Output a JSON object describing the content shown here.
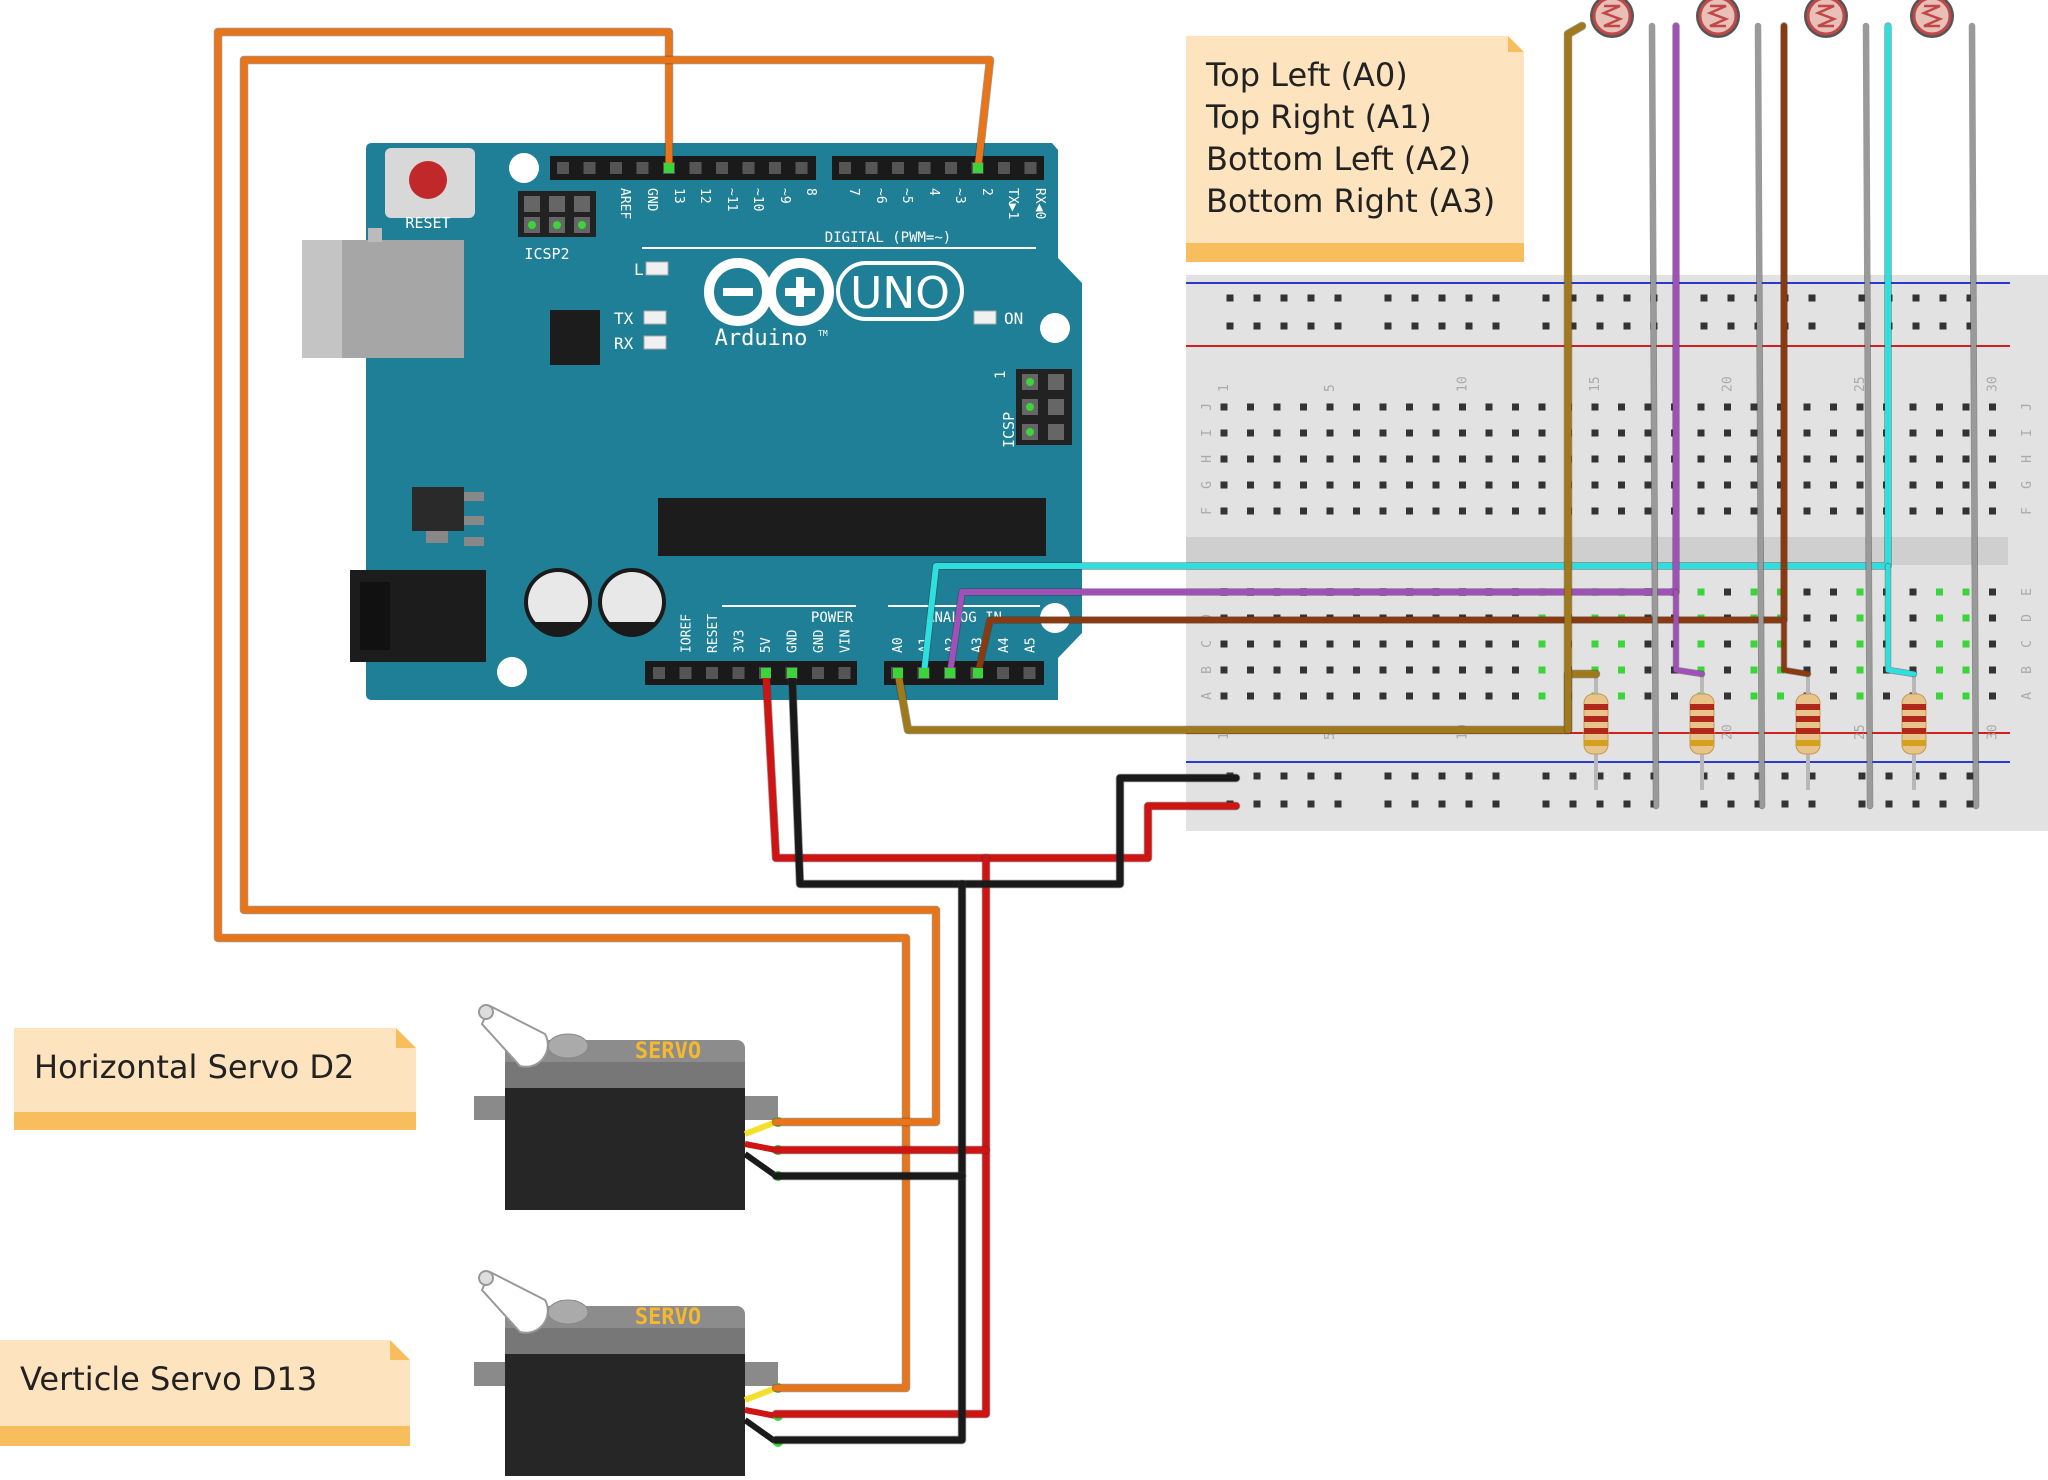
{
  "notes": {
    "ldr_labels": [
      "Top Left (A0)",
      "Top Right (A1)",
      "Bottom Left (A2)",
      "Bottom Right (A3)"
    ],
    "horizontal_servo": "Horizontal Servo D2",
    "vertical_servo": "Verticle Servo D13"
  },
  "arduino": {
    "reset_label": "RESET",
    "icsp2_label": "ICSP2",
    "icsp_label": "ICSP",
    "icsp_pin1": "1",
    "brand_uno": "UNO",
    "brand_arduino": "Arduino",
    "tm": "TM",
    "led_l": "L",
    "led_tx": "TX",
    "led_rx": "RX",
    "led_on": "ON",
    "digital_label": "DIGITAL (PWM=~)",
    "power_label": "POWER",
    "analog_label": "ANALOG IN",
    "digital_pins": [
      "AREF",
      "GND",
      "13",
      "12",
      "~11",
      "~10",
      "~9",
      "8",
      "7",
      "~6",
      "~5",
      "4",
      "~3",
      "2",
      "TX▶1",
      "RX◀0"
    ],
    "power_pins": [
      "IOREF",
      "RESET",
      "3V3",
      "5V",
      "GND",
      "GND",
      "VIN"
    ],
    "analog_pins": [
      "A0",
      "A1",
      "A2",
      "A3",
      "A4",
      "A5"
    ]
  },
  "servo": {
    "label": "SERVO"
  },
  "breadboard": {
    "col_numbers": [
      "1",
      "5",
      "10",
      "15",
      "20",
      "25",
      "30"
    ],
    "row_letters_top": [
      "J",
      "I",
      "H",
      "G",
      "F"
    ],
    "row_letters_bottom": [
      "E",
      "D",
      "C",
      "B",
      "A"
    ]
  },
  "colors": {
    "board": "#1f7f96",
    "wire_orange": "#e8751a",
    "wire_red": "#d01414",
    "wire_black": "#1a1a1a",
    "wire_cyan": "#2de0e0",
    "wire_purple": "#a050b8",
    "wire_brown": "#8b3a10",
    "wire_olive": "#a07a1a",
    "wire_gray": "#9a9a9a",
    "note_bg": "#fde4bf",
    "note_bar": "#f8bd5c"
  }
}
